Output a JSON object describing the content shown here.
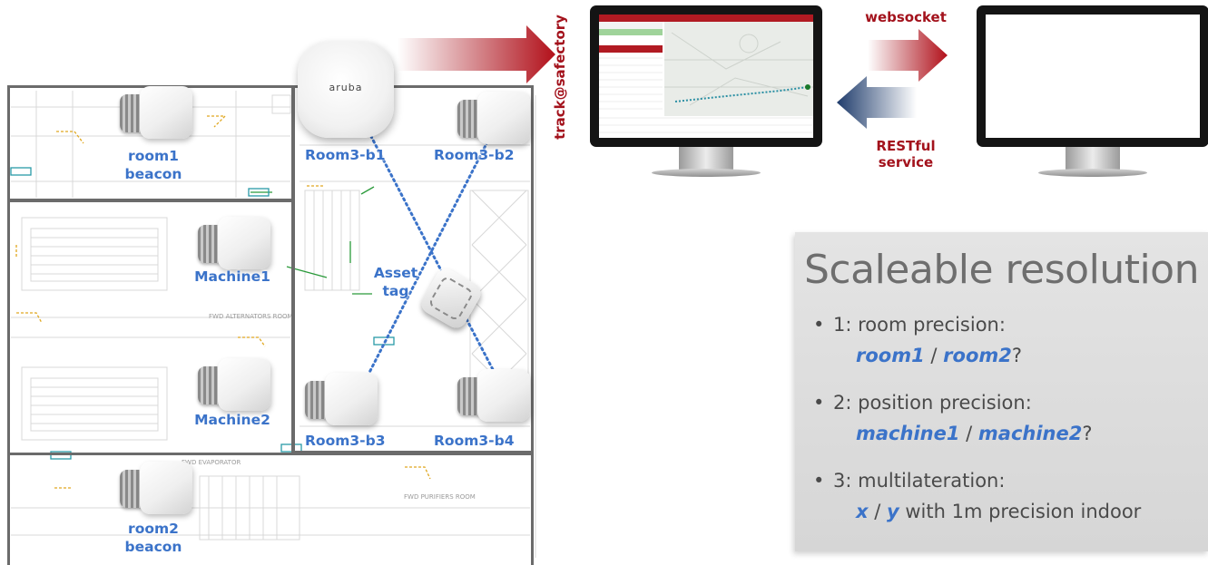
{
  "floorplan": {
    "labels": {
      "room1": "room1\nbeacon",
      "room2": "room2\nbeacon",
      "machine1": "Machine1",
      "machine2": "Machine2",
      "b1": "Room3-b1",
      "b2": "Room3-b2",
      "b3": "Room3-b3",
      "b4": "Room3-b4",
      "asset": "Asset\ntag"
    },
    "ap_logo": "aruba",
    "plan_text": {
      "alternators": "FWD ALTERNATORS ROOM",
      "evaporator": "FWD EVAPORATOR",
      "purifiers": "FWD PURIFIERS\nROOM"
    }
  },
  "flow": {
    "track_label": "track@safectory",
    "websocket_label": "websocket",
    "restful_label": "RESTful\nservice"
  },
  "panel": {
    "title": "Scaleable resolution",
    "bullets": [
      {
        "dot": "•",
        "text": "1: room precision:",
        "a": "room1",
        "sep": " / ",
        "b": "room2",
        "tail": "?"
      },
      {
        "dot": "•",
        "text": "2: position precision:",
        "a": "machine1",
        "sep": " / ",
        "b": "machine2",
        "tail": "?"
      },
      {
        "dot": "•",
        "text": "3: multilateration:",
        "a": "x",
        "sep": " / ",
        "b": "y",
        "tail": " with 1m precision indoor"
      }
    ]
  },
  "colors": {
    "accent_blue": "#3b73c9",
    "accent_red": "#a3121c",
    "dark_blue_arrow": "#1f3c6c"
  }
}
